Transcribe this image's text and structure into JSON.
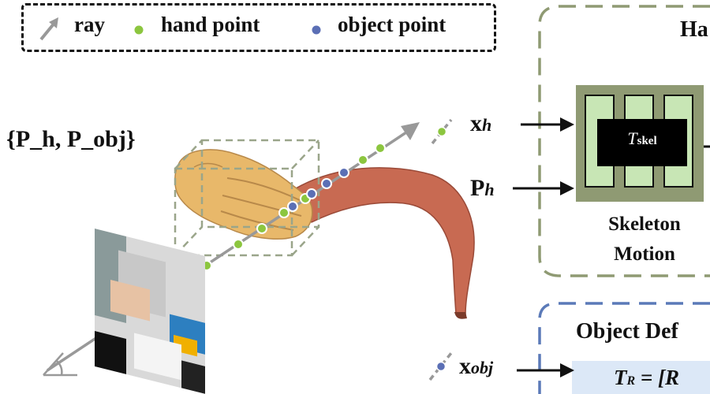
{
  "legend": {
    "ray_label": "ray",
    "hand_point_label": "hand point",
    "object_point_label": "object point"
  },
  "input_set_label": "{P_h, P_obj}",
  "inputs": {
    "x_h": "x",
    "x_h_sub": "h",
    "p_h": "P",
    "p_h_sub": "h",
    "x_obj": "x",
    "x_obj_sub": "obj"
  },
  "hand_branch": {
    "title": "Ha",
    "module_label": "T",
    "module_sub": "skel",
    "caption_line1": "Skeleton",
    "caption_line2": "Motion"
  },
  "object_branch": {
    "title": "Object Def",
    "formula_start": "T",
    "formula_sub": "R",
    "formula_rest": " = [R"
  },
  "colors": {
    "hand_point": "#8cc63f",
    "object_point": "#5b6fb5",
    "ray": "#999999",
    "hand_box_border": "#8f9a73",
    "object_box_border": "#5b7ab8",
    "skeleton_module_fill": "#c8e6b5",
    "skeleton_module_frame": "#8f9a73",
    "hand_skin": "#e8b86a",
    "banana": "#c86a52"
  }
}
